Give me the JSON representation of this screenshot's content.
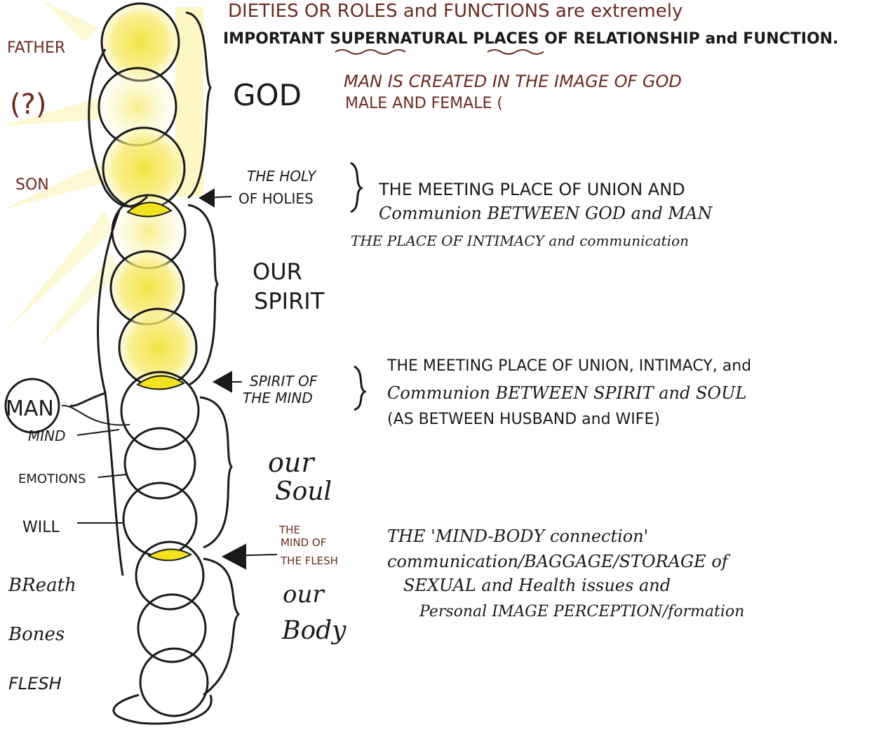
{
  "header": {
    "line1": "DIETIES OR ROLES and FUNCTIONS are extremely",
    "line2": "IMPORTANT SUPERNATURAL PLACES OF RELATIONSHIP and FUNCTION."
  },
  "left_labels": {
    "father": "FATHER",
    "unknown": "(?)",
    "son": "SON",
    "man": "MAN",
    "mind": "MIND",
    "emotions": "EMOTIONS",
    "will": "WILL",
    "breath": "BReath",
    "bones": "Bones",
    "flesh": "FLESH"
  },
  "group_labels": {
    "god": "GOD",
    "our_spirit_1": "OUR",
    "our_spirit_2": "SPIRIT",
    "our_soul_1": "our",
    "our_soul_2": "Soul",
    "our_body_1": "our",
    "our_body_2": "Body"
  },
  "connectors": {
    "holy_of_holies_1": "THE HOLY",
    "holy_of_holies_2": "OF HOLIES",
    "spirit_of_mind_1": "SPIRIT OF",
    "spirit_of_mind_2": "THE MIND",
    "mind_of_flesh_1": "THE",
    "mind_of_flesh_2": "MIND OF",
    "mind_of_flesh_3": "THE FLESH"
  },
  "notes": {
    "image_1": "MAN IS CREATED IN THE IMAGE OF GOD",
    "image_2": "MALE AND FEMALE (",
    "holy_1": "THE MEETING PLACE OF UNION AND",
    "holy_2": "Communion BETWEEN GOD and MAN",
    "holy_3": "THE PLACE OF INTIMACY and communication",
    "spirit_1": "THE MEETING PLACE OF UNION, INTIMACY, and",
    "spirit_2": "Communion BETWEEN SPIRIT and SOUL",
    "spirit_3": "(AS BETWEEN HUSBAND and WIFE)",
    "flesh_1": "THE 'MIND-BODY connection'",
    "flesh_2": "communication/BAGGAGE/STORAGE of",
    "flesh_3": "SEXUAL and Health issues and",
    "flesh_4": "Personal IMAGE PERCEPTION/formation"
  },
  "colors": {
    "ink": "#1a1a1a",
    "brown_ink": "#6b2a1f",
    "glow": "#f6e94a",
    "glow_soft": "#fbf2a8"
  }
}
